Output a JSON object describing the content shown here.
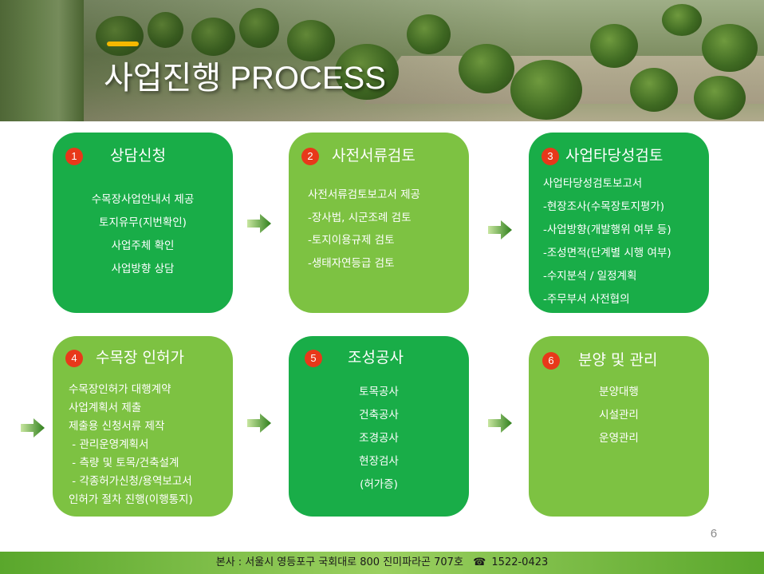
{
  "header": {
    "title": "사업진행 PROCESS",
    "accent_color": "#f5b800"
  },
  "colors": {
    "card_dark": "#19ad48",
    "card_light": "#7dc242",
    "badge": "#e8381a",
    "footer": "#7dc242"
  },
  "steps": [
    {
      "number": "1",
      "title": "상담신청",
      "items": [
        "수목장사업안내서 제공",
        "토지유무(지번확인)",
        "사업주체 확인",
        "사업방향 상담"
      ]
    },
    {
      "number": "2",
      "title": "사전서류검토",
      "items": [
        "사전서류검토보고서 제공",
        "-장사법, 시군조례 검토",
        "-토지이용규제 검토",
        "-생태자연등급 검토"
      ]
    },
    {
      "number": "3",
      "title": "사업타당성검토",
      "items": [
        "사업타당성검토보고서",
        "-현장조사(수목장토지평가)",
        "-사업방향(개발행위 여부 등)",
        "-조성면적(단계별 시행 여부)",
        "-수지분석 / 일정계획",
        "-주무부서 사전협의"
      ]
    },
    {
      "number": "4",
      "title": "수목장 인허가",
      "items": [
        "수목장인허가 대행계약",
        "사업계획서 제출",
        "제출용 신청서류 제작",
        " - 관리운영계획서",
        " - 측량 및 토목/건축설계",
        " - 각종허가신청/용역보고서",
        "인허가 절차 진행(이행통지)"
      ]
    },
    {
      "number": "5",
      "title": "조성공사",
      "items": [
        "토목공사",
        "건축공사",
        "조경공사",
        "현장검사",
        "(허가증)"
      ]
    },
    {
      "number": "6",
      "title": "분양 및 관리",
      "items": [
        "분양대행",
        "시설관리",
        "운영관리"
      ]
    }
  ],
  "page_number": "6",
  "footer": {
    "address": "본사 : 서울시 영등포구 국회대로 800 진미파라곤 707호",
    "phone_icon": "phone-icon",
    "phone": "1522-0423"
  }
}
